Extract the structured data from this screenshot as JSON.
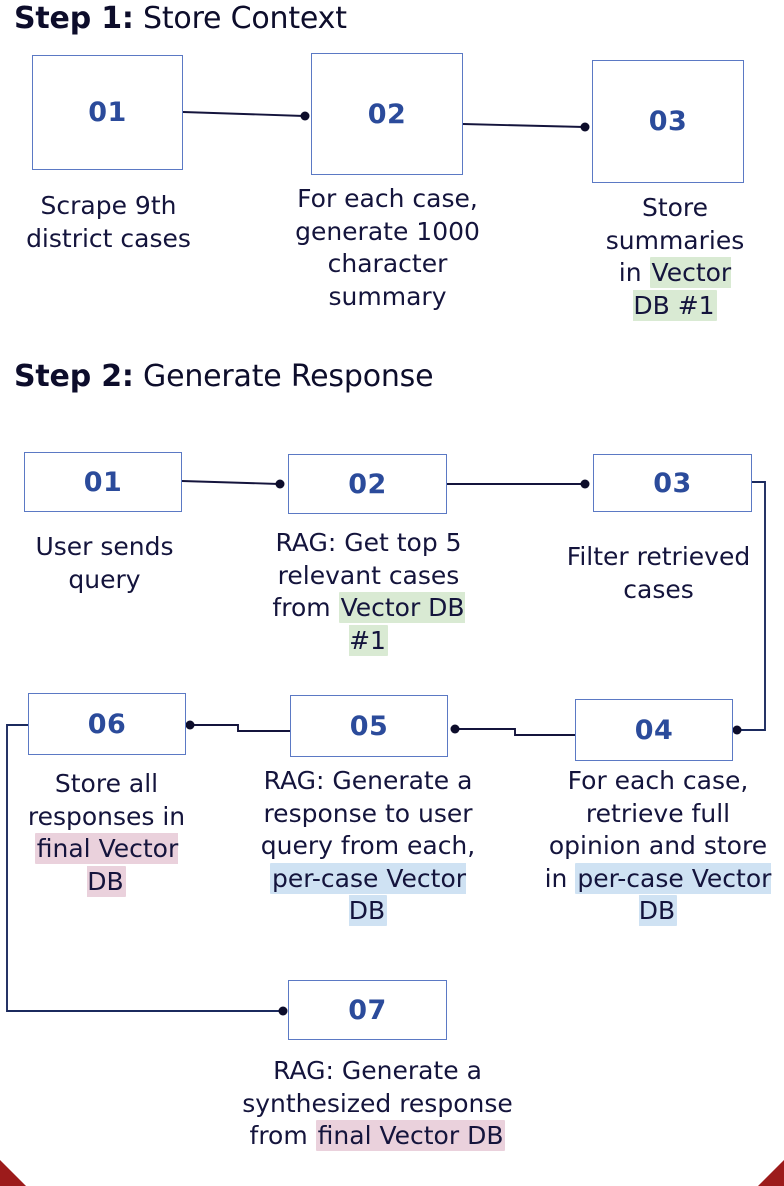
{
  "steps": [
    {
      "label_bold": "Step 1:",
      "label_rest": " Store Context",
      "nodes": [
        {
          "num": "01",
          "caption": "Scrape 9th district cases"
        },
        {
          "num": "02",
          "caption": "For each case, generate 1000 character summary"
        },
        {
          "num": "03",
          "caption_pre": "Store summaries in ",
          "caption_hl": "Vector DB #1",
          "caption_post": ""
        }
      ]
    },
    {
      "label_bold": "Step 2:",
      "label_rest": " Generate Response",
      "nodes": [
        {
          "num": "01",
          "caption": "User sends query"
        },
        {
          "num": "02",
          "caption_pre": "RAG: Get top 5 relevant cases from ",
          "caption_hl": "Vector DB #1",
          "caption_post": ""
        },
        {
          "num": "03",
          "caption": "Filter retrieved cases"
        },
        {
          "num": "04",
          "caption_pre": "For each case, retrieve full opinion and store in ",
          "caption_hl": "per-case Vector DB",
          "caption_post": ""
        },
        {
          "num": "05",
          "caption_pre": "RAG: Generate a response to user query from each, ",
          "caption_hl": "per-case Vector DB",
          "caption_post": ""
        },
        {
          "num": "06",
          "caption_pre": "Store all responses in ",
          "caption_hl": "final Vector DB",
          "caption_post": ""
        },
        {
          "num": "07",
          "caption_pre": "RAG: Generate a synthesized response from ",
          "caption_hl": "final Vector DB",
          "caption_post": ""
        }
      ]
    }
  ],
  "highlight_colors": {
    "vector_db_1": "#d9ead3",
    "per_case_vector_db": "#cfe2f3",
    "final_vector_db": "#ead1dc"
  },
  "palette": {
    "box_border": "#5b79c4",
    "number_text": "#2b4b9b",
    "body_text": "#14143c",
    "title_text": "#0d0d2b",
    "corner_accent": "#9c1b1b",
    "background": "#ffffff"
  }
}
